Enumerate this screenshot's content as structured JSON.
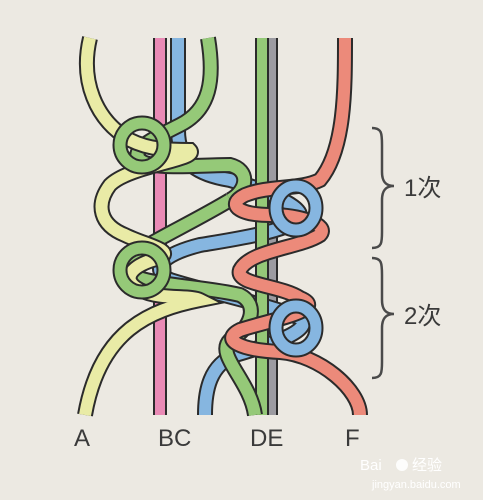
{
  "cords": {
    "A": {
      "label": "A",
      "color": "#e9eba6"
    },
    "B": {
      "label": "B",
      "color": "#e98ab5"
    },
    "C": {
      "label": "C",
      "color": "#86b6e0"
    },
    "D": {
      "label": "D",
      "color": "#95c978"
    },
    "E": {
      "label": "E",
      "color": "#9c9ba1"
    },
    "F": {
      "label": "F",
      "color": "#ec8a7a"
    }
  },
  "bottom_labels": {
    "bc": "BC",
    "de": "DE"
  },
  "repeats": [
    {
      "label": "1次"
    },
    {
      "label": "2次"
    }
  ],
  "watermark": {
    "brand": "Bai",
    "product": "经验",
    "url": "jingyan.baidu.com"
  },
  "colors": {
    "background": "#ece9e2",
    "outline": "#2b2b2b",
    "brace": "#4a4a4a"
  }
}
